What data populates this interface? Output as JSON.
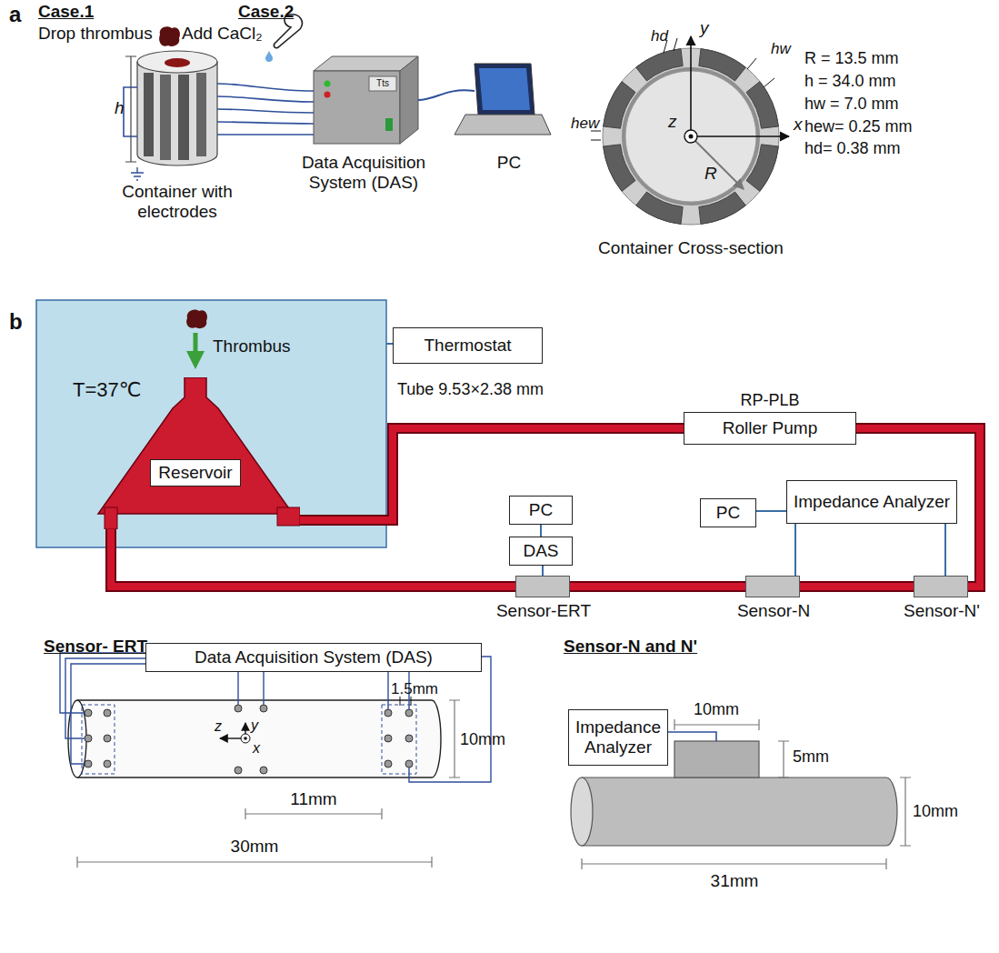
{
  "diagram": {
    "nodes": [
      {
        "text": [
          "T=37℃"
        ]
      },
      {
        "text": [
          "Reservoir"
        ],
        "in": 0
      },
      {
        "text": [
          "Thermostat"
        ]
      },
      {
        "text": [
          "Roller Pump"
        ]
      },
      {
        "text": [
          "PC"
        ]
      },
      {
        "text": [
          "DAS"
        ]
      },
      {
        "text": [
          "PC"
        ]
      },
      {
        "text": [
          "Impedance Analyzer"
        ]
      },
      {
        "text": [
          "Sensor-ERT"
        ]
      },
      {
        "text": [
          "Sensor-N"
        ]
      },
      {
        "text": [
          "Sensor-N'"
        ]
      },
      {
        "text": [
          "Data Acquisition System (DAS)"
        ]
      },
      {
        "text": [
          "Impedance Analyzer"
        ]
      }
    ],
    "edges": [
      {
        "from": 0,
        "to": 2,
        "arrow": "none"
      },
      {
        "from": 1,
        "to": 3,
        "arrow": "none"
      },
      {
        "from": 3,
        "to": 10,
        "arrow": "none"
      },
      {
        "from": 10,
        "to": 9,
        "arrow": "none"
      },
      {
        "from": 9,
        "to": 8,
        "arrow": "none"
      },
      {
        "from": 8,
        "to": 1,
        "arrow": "none"
      },
      {
        "from": 4,
        "to": 5,
        "arrow": "none"
      },
      {
        "from": 5,
        "to": 8,
        "arrow": "none"
      },
      {
        "from": 6,
        "to": 7,
        "arrow": "none"
      },
      {
        "from": 7,
        "to": 9,
        "arrow": "none"
      },
      {
        "from": 7,
        "to": 10,
        "arrow": "none"
      }
    ],
    "labels": [
      "a",
      "Case.1",
      "Drop thrombus",
      "Case.2",
      "Add CaCl₂",
      "h",
      "Container with electrodes",
      "Data Acquisition System (DAS)",
      "PC",
      "hd",
      "hw",
      "hew",
      "y",
      "z",
      "x",
      "R",
      "R = 13.5 mm",
      "h = 34.0 mm",
      "hw = 7.0 mm",
      "hew= 0.25 mm",
      "hd= 0.38 mm",
      "Container Cross-section",
      "b",
      "Thrombus",
      "Tube 9.53×2.38 mm",
      "RP-PLB",
      "Sensor- ERT",
      "y",
      "z",
      "x",
      "1.5mm",
      "10mm",
      "11mm",
      "30mm",
      "Sensor-N and N'",
      "10mm",
      "5mm",
      "10mm",
      "31mm",
      "Tts"
    ]
  }
}
